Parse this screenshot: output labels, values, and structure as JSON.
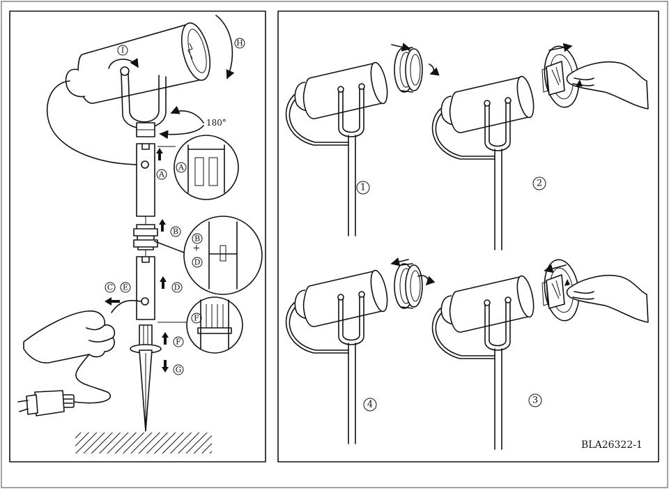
{
  "labels": {
    "A": "A",
    "B": "B",
    "C": "C",
    "D": "D",
    "E": "E",
    "F": "F",
    "G": "G",
    "H": "H",
    "I": "I"
  },
  "rotation_label": "180°",
  "steps": {
    "one": "1",
    "two": "2",
    "three": "3",
    "four": "4"
  },
  "model_code": "BLA26322-1"
}
